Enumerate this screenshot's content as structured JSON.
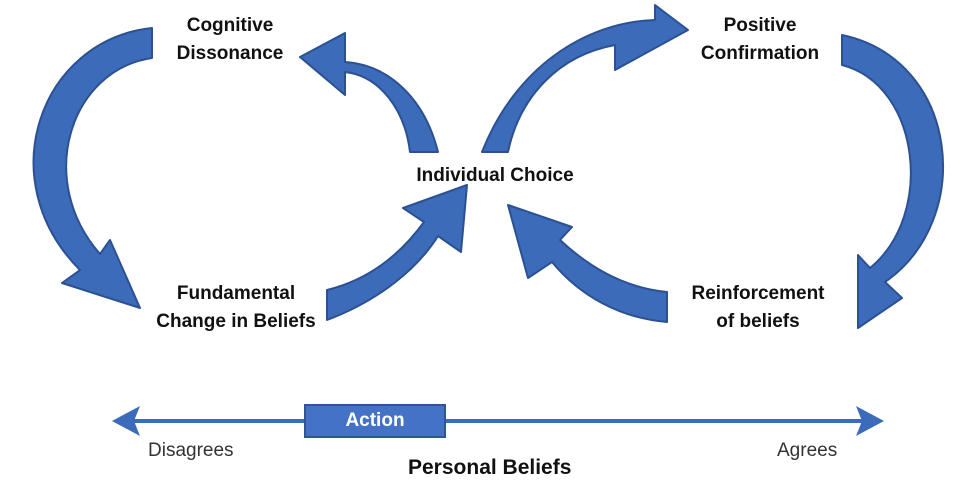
{
  "nodes": {
    "cognitive_dissonance": [
      "Cognitive",
      "Dissonance"
    ],
    "positive_confirmation": [
      "Positive",
      "Confirmation"
    ],
    "individual_choice": "Individual Choice",
    "fundamental_change": [
      "Fundamental",
      "Change in Beliefs"
    ],
    "reinforcement": [
      "Reinforcement",
      "of beliefs"
    ]
  },
  "scale": {
    "left_label": "Disagrees",
    "right_label": "Agrees",
    "title": "Personal Beliefs",
    "marker_label": "Action"
  },
  "colors": {
    "arrow_fill": "#3c6bb9",
    "arrow_stroke": "#2b5193",
    "action_box": "#4472c4"
  }
}
